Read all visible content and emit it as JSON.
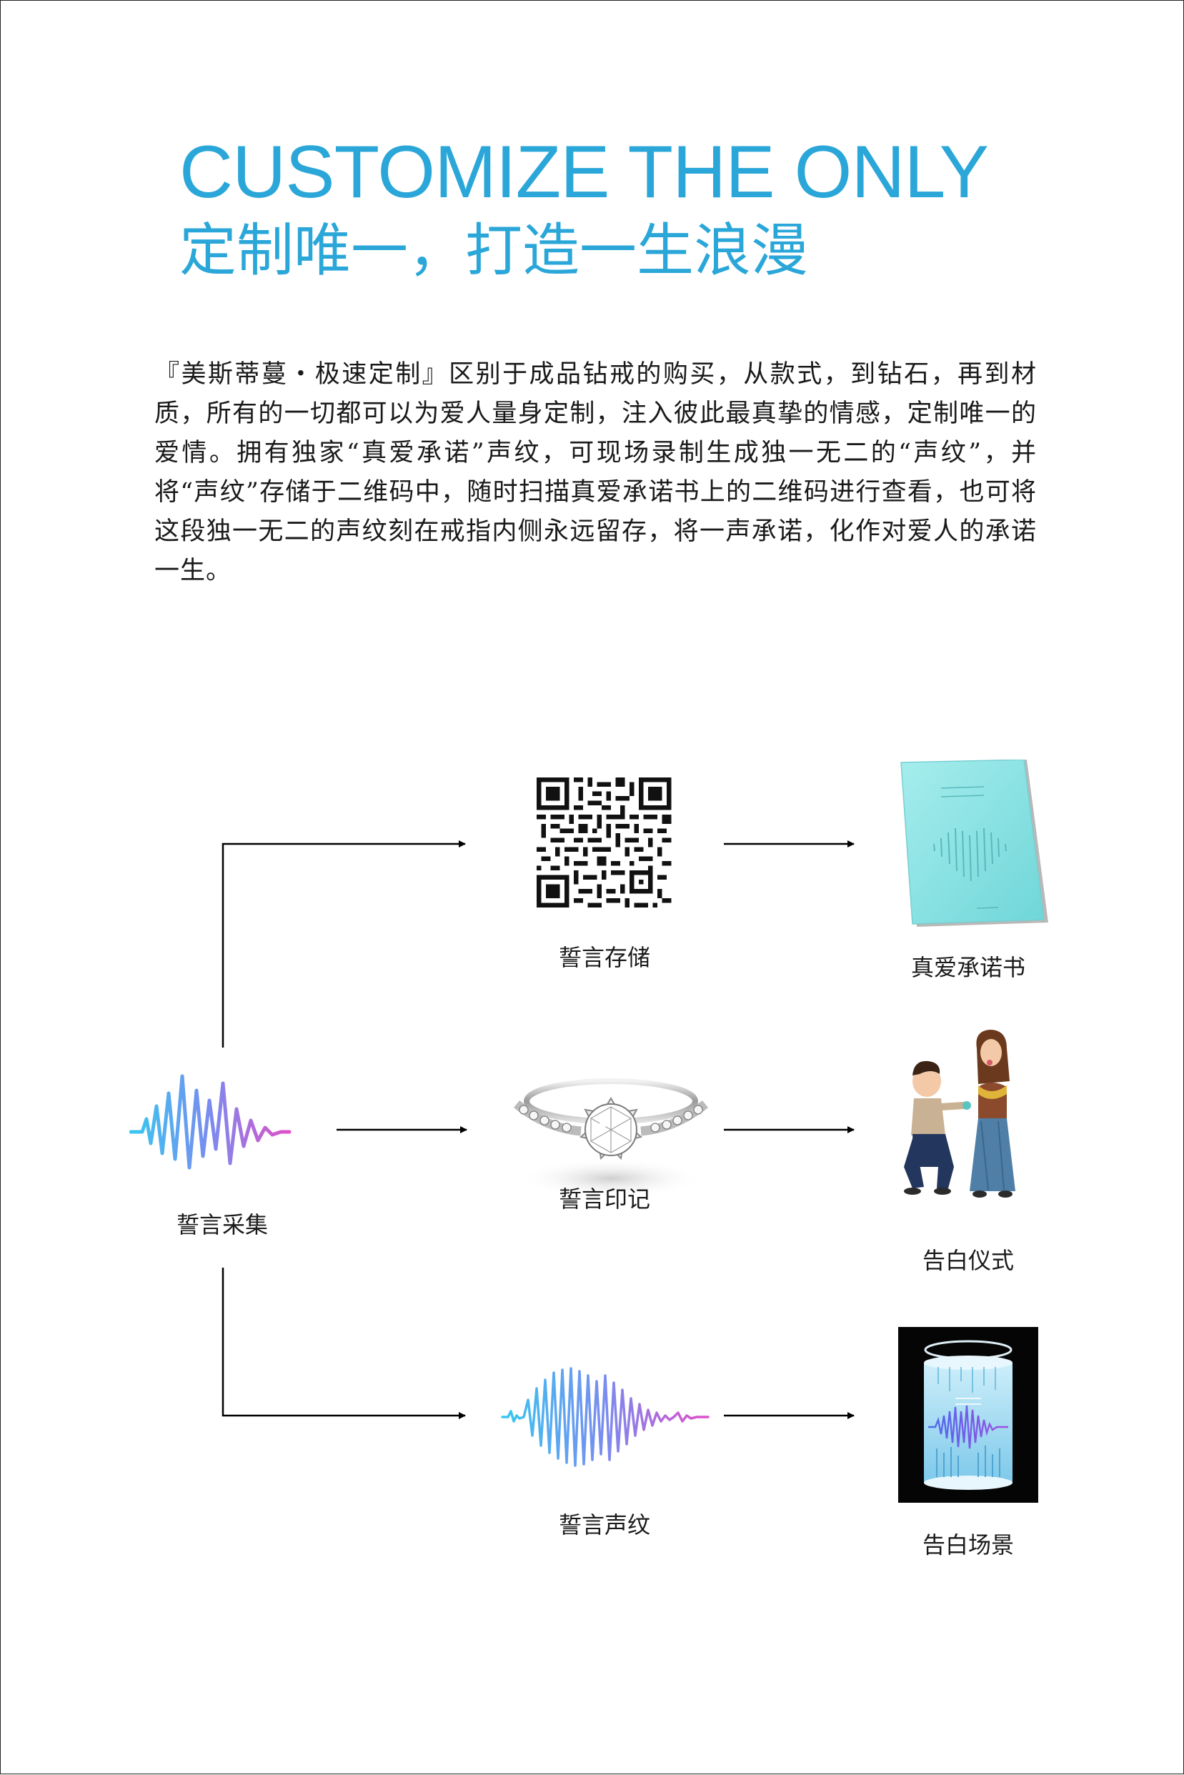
{
  "header": {
    "title_en": "CUSTOMIZE THE ONLY",
    "title_cn": "定制唯一，打造一生浪漫"
  },
  "intro": {
    "text": "『美斯蒂蔓・极速定制』区别于成品钻戒的购买，从款式，到钻石，再到材质，所有的一切都可以为爱人量身定制，注入彼此最真挚的情感，定制唯一的爱情。拥有独家“真爱承诺”声纹，可现场录制生成独一无二的“声纹”，并将“声纹”存储于二维码中，随时扫描真爱承诺书上的二维码进行查看，也可将这段独一无二的声纹刻在戒指内侧永远留存，将一声承诺，化作对爱人的承诺一生。"
  },
  "flow": {
    "source": {
      "label": "誓言采集"
    },
    "middle": [
      {
        "label": "誓言存储"
      },
      {
        "label": "誓言印记"
      },
      {
        "label": "誓言声纹"
      }
    ],
    "results": [
      {
        "label": "真爱承诺书"
      },
      {
        "label": "告白仪式"
      },
      {
        "label": "告白场景"
      }
    ]
  },
  "colors": {
    "accent": "#2aa7d8",
    "wave_start": "#37c8f0",
    "wave_mid": "#7a8bf0",
    "wave_end": "#e04fc8",
    "certificate": "#8de3e3"
  }
}
